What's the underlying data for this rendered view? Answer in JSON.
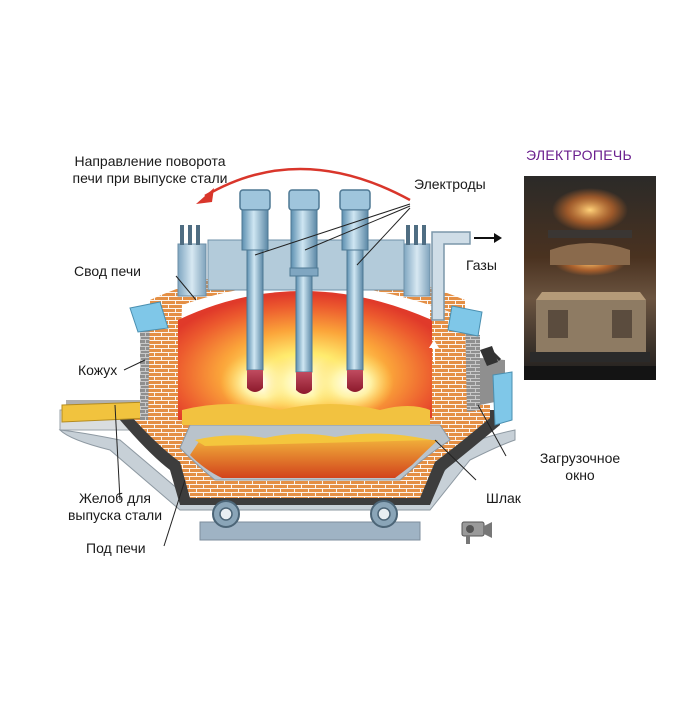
{
  "photo_title": "ЭЛЕКТРОПЕЧЬ",
  "labels": {
    "rotation_line1": "Направление поворота",
    "rotation_line2": "печи при выпуске стали",
    "electrodes": "Электроды",
    "roof": "Свод печи",
    "gases": "Газы",
    "shell": "Кожух",
    "charging_line1": "Загрузочное",
    "charging_line2": "окно",
    "tap_line1": "Желоб для",
    "tap_line2": "выпуска стали",
    "slag": "Шлак",
    "hearth": "Под печи"
  },
  "icons": [
    "camera-icon",
    "curved-arrow-icon",
    "gas-arrow-icon",
    "up-arrow-icon"
  ],
  "colors": {
    "brick": "#e28a3e",
    "lining": "#b9c3cc",
    "shell": "#3e3e3e",
    "flame_core": "#fffbd0",
    "flame_outer": "#e8462b",
    "molten_steel": "#d3421c",
    "slag": "#f4c63d",
    "electrode": "#9fc5dc",
    "arrow_red": "#d9362b",
    "title_purple": "#6a1e8e"
  }
}
